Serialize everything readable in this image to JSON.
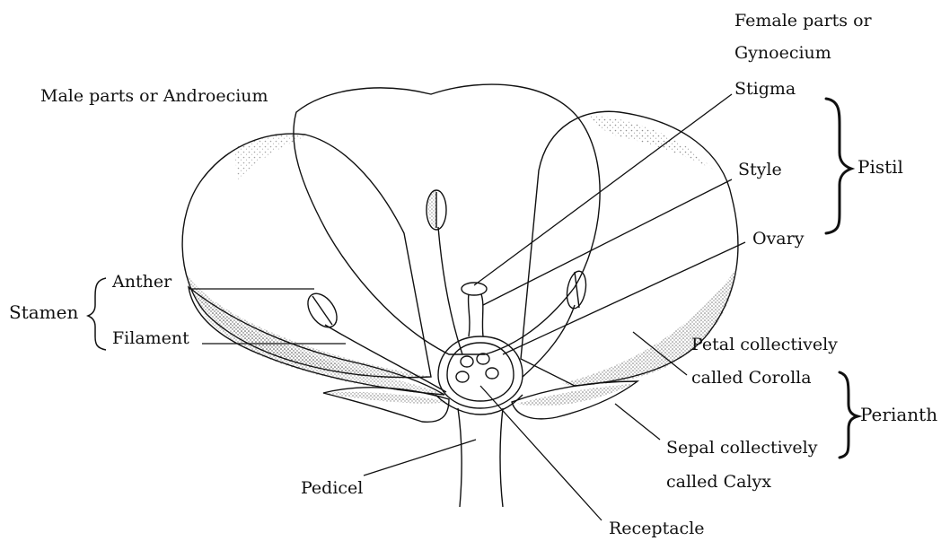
{
  "labels": {
    "female_parts": "Female parts or",
    "gynoecium": "Gynoecium",
    "male_parts": "Male parts or Androecium",
    "stigma": "Stigma",
    "style": "Style",
    "pistil": "Pistil",
    "ovary": "Ovary",
    "stamen": "Stamen",
    "anther": "Anther",
    "filament": "Filament",
    "petal_line1": "Petal collectively",
    "petal_line2": "called Corolla",
    "perianth": "Perianth",
    "sepal_line1": "Sepal collectively",
    "sepal_line2": "called Calyx",
    "pedicel": "Pedicel",
    "receptacle": "Receptacle"
  }
}
